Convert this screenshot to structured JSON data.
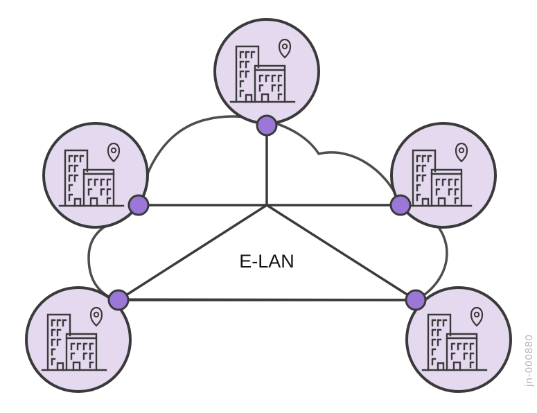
{
  "network_label": "E-LAN",
  "figure_id": "jn-000880",
  "site_icon": "building-location-icon",
  "colors": {
    "site_fill": "#e4d9ef",
    "site_stroke": "#3a3a3a",
    "connector": "#9b78d8",
    "link": "#3a3a3a",
    "cloud_stroke": "#4d4d4d",
    "building_stroke": "#3a3a3a"
  },
  "sites": [
    {
      "id": "top"
    },
    {
      "id": "upper-left"
    },
    {
      "id": "upper-right"
    },
    {
      "id": "lower-left"
    },
    {
      "id": "lower-right"
    }
  ]
}
